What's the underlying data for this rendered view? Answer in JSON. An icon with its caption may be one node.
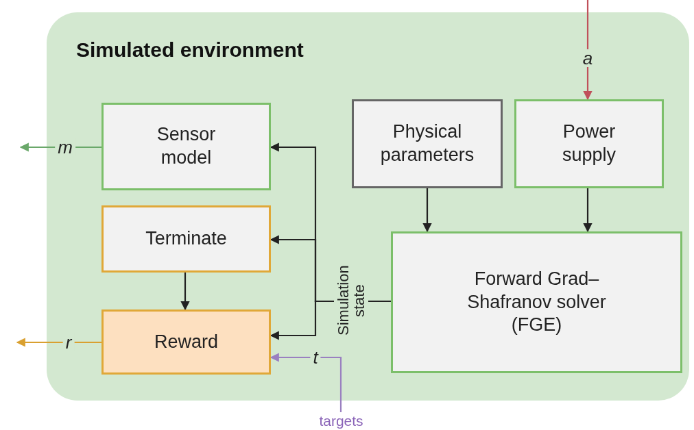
{
  "diagram": {
    "nodes": [
      {
        "text": [
          "Simulated environment"
        ]
      },
      {
        "text": [
          "Sensor model"
        ],
        "in": 0
      },
      {
        "text": [
          "Terminate"
        ],
        "in": 0
      },
      {
        "text": [
          "Reward"
        ],
        "in": 0
      },
      {
        "text": [
          "Physical parameters"
        ],
        "in": 0
      },
      {
        "text": [
          "Power supply"
        ],
        "in": 0
      },
      {
        "text": [
          "Forward Grad–Shafranov solver (FGE)"
        ],
        "in": 0
      },
      {
        "text": [
          "Simulation state"
        ],
        "in": 0
      },
      {
        "text": [
          "targets"
        ]
      }
    ],
    "edges": [
      {
        "from": null,
        "to": 5,
        "arrow": "to",
        "label": "a",
        "color": "#c0505a"
      },
      {
        "from": 1,
        "to": null,
        "arrow": "to",
        "label": "m",
        "color": "#6aa86a"
      },
      {
        "from": 3,
        "to": null,
        "arrow": "to",
        "label": "r",
        "color": "#d9a030"
      },
      {
        "from": 4,
        "to": 6,
        "arrow": "to"
      },
      {
        "from": 5,
        "to": 6,
        "arrow": "to"
      },
      {
        "from": 2,
        "to": 3,
        "arrow": "to"
      },
      {
        "from": 6,
        "to": 7,
        "arrow": "none"
      },
      {
        "from": 7,
        "to": 1,
        "arrow": "to"
      },
      {
        "from": 7,
        "to": 2,
        "arrow": "to"
      },
      {
        "from": 7,
        "to": 3,
        "arrow": "to"
      },
      {
        "from": 8,
        "to": 3,
        "arrow": "to",
        "label": "t",
        "color": "#9a80c0"
      }
    ]
  }
}
